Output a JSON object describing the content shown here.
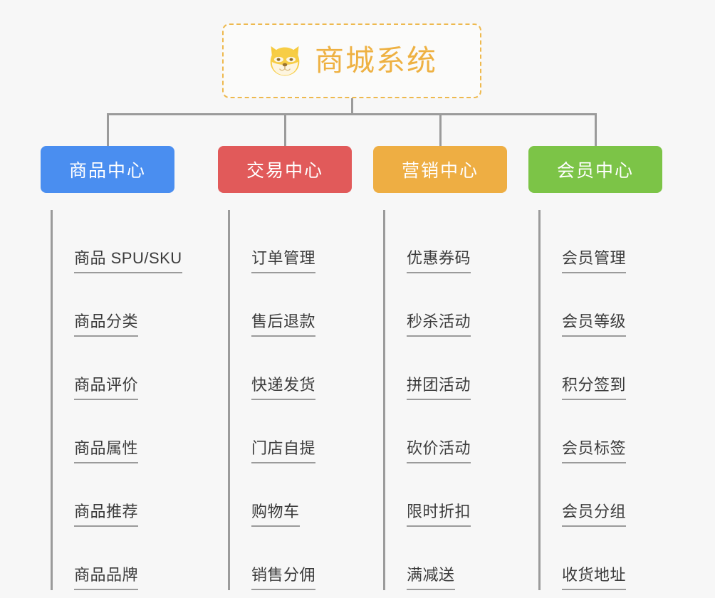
{
  "root": {
    "title": "商城系统",
    "icon": "shiba-dog-icon",
    "border_color": "#eeb94e",
    "text_color": "#eeb142",
    "background": "#fbfbfa"
  },
  "canvas": {
    "background": "#f7f7f7",
    "connector_color": "#9b9b9b"
  },
  "columns": [
    {
      "title": "商品中心",
      "color": "#4a8ef0",
      "items": [
        "商品 SPU/SKU",
        "商品分类",
        "商品评价",
        "商品属性",
        "商品推荐",
        "商品品牌"
      ]
    },
    {
      "title": "交易中心",
      "color": "#e15a5a",
      "items": [
        "订单管理",
        "售后退款",
        "快递发货",
        "门店自提",
        "购物车",
        "销售分佣"
      ]
    },
    {
      "title": "营销中心",
      "color": "#eeae43",
      "items": [
        "优惠券码",
        "秒杀活动",
        "拼团活动",
        "砍价活动",
        "限时折扣",
        "满减送"
      ]
    },
    {
      "title": "会员中心",
      "color": "#7cc447",
      "items": [
        "会员管理",
        "会员等级",
        "积分签到",
        "会员标签",
        "会员分组",
        "收货地址"
      ]
    }
  ]
}
